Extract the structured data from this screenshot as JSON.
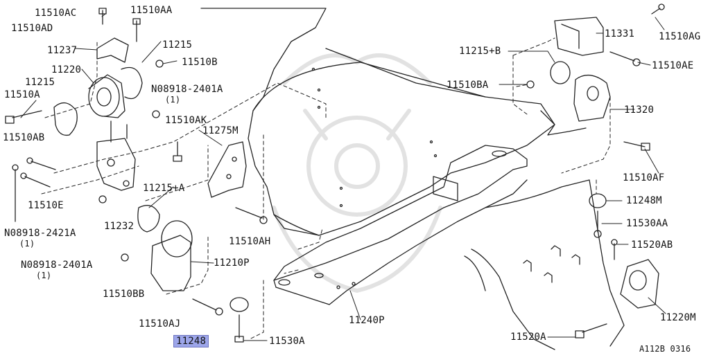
{
  "labels": {
    "l11510AC": "11510AC",
    "l11510AA": "11510AA",
    "l11510AD": "11510AD",
    "l11237": "11237",
    "l11215_top": "11215",
    "l11220": "11220",
    "l11510B": "11510B",
    "l11510A": "11510A",
    "l11215_left": "11215",
    "l08918_2401A_top": "N08918-2401A",
    "l08918_2401A_top_qty": "(1)",
    "l11510AK": "11510AK",
    "l11510AB": "11510AB",
    "l11275M": "11275M",
    "l11510E": "11510E",
    "l11215A": "11215+A",
    "l08918_2421A": "N08918-2421A",
    "l08918_2421A_qty": "(1)",
    "l11232": "11232",
    "l08918_2401A_bot": "N08918-2401A",
    "l08918_2401A_bot_qty": "(1)",
    "l11510AH": "11510AH",
    "l11210P": "11210P",
    "l11510BB": "11510BB",
    "l11510AJ": "11510AJ",
    "l11248_hl": "11248",
    "l11530A": "11530A",
    "l11240P": "11240P",
    "l11510AG": "11510AG",
    "l11331": "11331",
    "l11215B": "11215+B",
    "l11510AE": "11510AE",
    "l11510BA": "11510BA",
    "l11320": "11320",
    "l11510AF": "11510AF",
    "l11248M": "11248M",
    "l11530AA": "11530AA",
    "l11520AB": "11520AB",
    "l11220M": "11220M",
    "l11520A": "11520A",
    "l_code": "A112B 0316"
  }
}
